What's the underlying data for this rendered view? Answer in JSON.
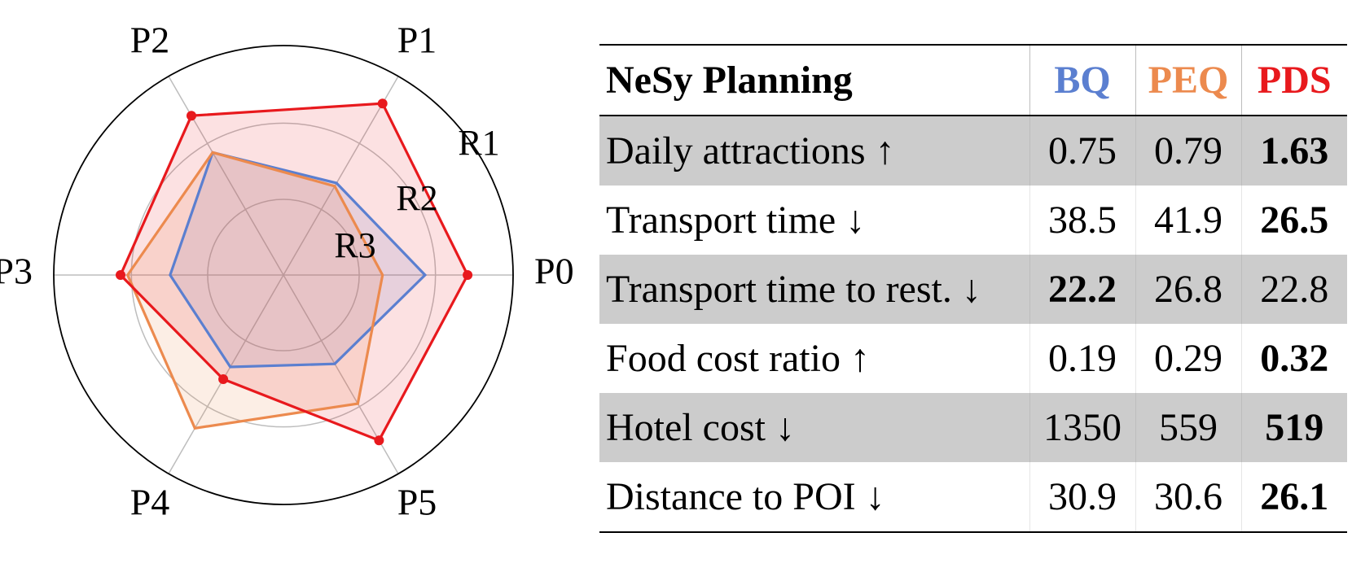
{
  "chart_data": [
    {
      "type": "radar",
      "axes": [
        "P0",
        "P1",
        "P2",
        "P3",
        "P4",
        "P5"
      ],
      "rings": [
        "R1",
        "R2",
        "R3"
      ],
      "rmax": 3,
      "series": [
        {
          "name": "BQ",
          "color": "#5b7fd0",
          "values": [
            2.0,
            1.5,
            2.0,
            1.6,
            1.5,
            1.45
          ],
          "fill_opacity": 0.15
        },
        {
          "name": "PEQ",
          "color": "#ec8a4e",
          "values": [
            1.4,
            1.45,
            2.0,
            2.2,
            2.5,
            2.1
          ],
          "fill_opacity": 0.15
        },
        {
          "name": "PDS",
          "color": "#e8191d",
          "values": [
            2.6,
            2.8,
            2.6,
            2.3,
            1.7,
            2.7
          ],
          "fill_opacity": 0.13,
          "markers": true
        }
      ]
    },
    {
      "type": "table",
      "header": [
        "NeSy Planning",
        "BQ",
        "PEQ",
        "PDS"
      ],
      "header_colors": [
        "#000000",
        "#5b7fd0",
        "#ec8a4e",
        "#e8191d"
      ],
      "rows": [
        {
          "label": "Daily attractions ↑",
          "values": [
            "0.75",
            "0.79",
            "1.63"
          ],
          "bold": [
            false,
            false,
            true
          ],
          "shaded": true
        },
        {
          "label": "Transport time ↓",
          "values": [
            "38.5",
            "41.9",
            "26.5"
          ],
          "bold": [
            false,
            false,
            true
          ],
          "shaded": false
        },
        {
          "label": "Transport time to rest. ↓",
          "values": [
            "22.2",
            "26.8",
            "22.8"
          ],
          "bold": [
            true,
            false,
            false
          ],
          "shaded": true
        },
        {
          "label": "Food cost ratio ↑",
          "values": [
            "0.19",
            "0.29",
            "0.32"
          ],
          "bold": [
            false,
            false,
            true
          ],
          "shaded": false
        },
        {
          "label": "Hotel cost ↓",
          "values": [
            "1350",
            "559",
            "519"
          ],
          "bold": [
            false,
            false,
            true
          ],
          "shaded": true
        },
        {
          "label": "Distance to POI ↓",
          "values": [
            "30.9",
            "30.6",
            "26.1"
          ],
          "bold": [
            false,
            false,
            true
          ],
          "shaded": false
        }
      ]
    }
  ]
}
